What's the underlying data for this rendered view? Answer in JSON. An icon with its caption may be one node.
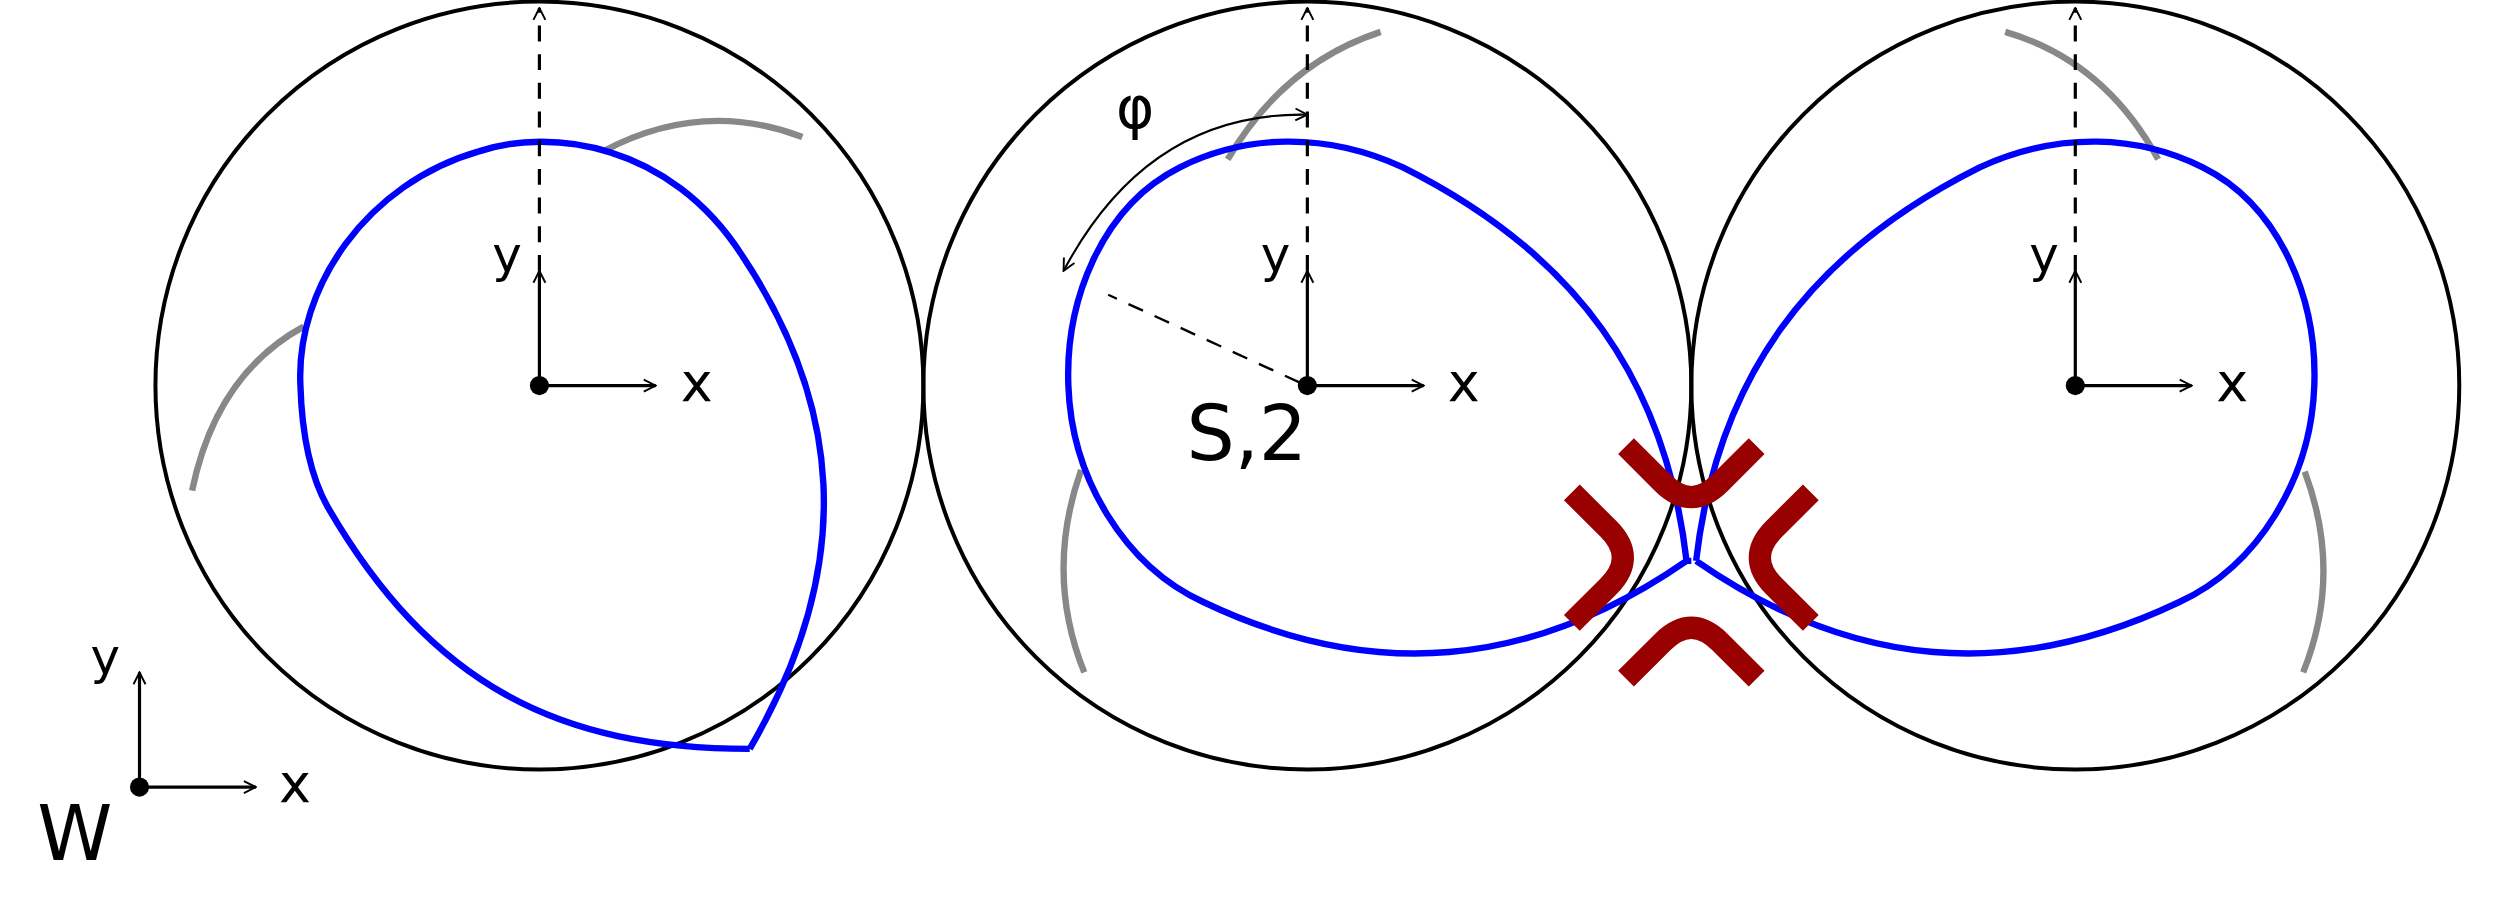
{
  "diagram": {
    "labels": [
      "φ",
      "y",
      "y",
      "y",
      "x",
      "x",
      "x",
      "S,2",
      "y",
      "x",
      "W"
    ]
  }
}
